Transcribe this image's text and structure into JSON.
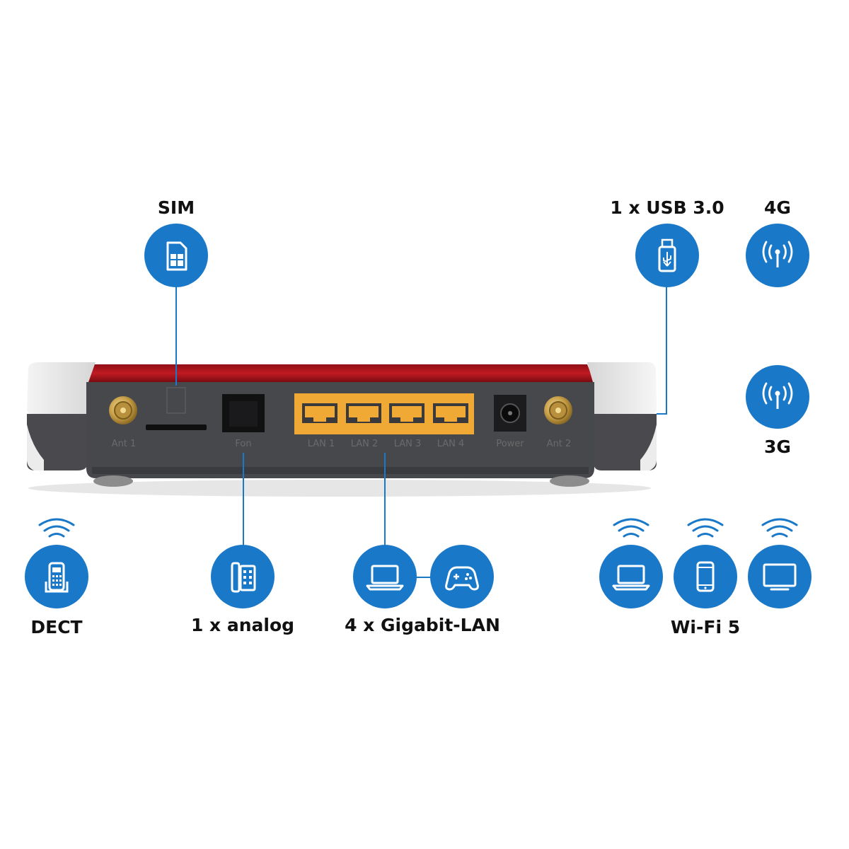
{
  "labels": {
    "sim": "SIM",
    "usb": "1 x USB 3.0",
    "g4": "4G",
    "g3": "3G",
    "dect": "DECT",
    "analog": "1 x analog",
    "lan": "4 x Gigabit-LAN",
    "wifi": "Wi-Fi 5"
  },
  "ports": {
    "ant1": "Ant 1",
    "fon": "Fon",
    "lan1": "LAN 1",
    "lan2": "LAN 2",
    "lan3": "LAN 3",
    "lan4": "LAN 4",
    "power": "Power",
    "ant2": "Ant 2"
  },
  "icons": {
    "sim": "sim-card-icon",
    "usb": "usb-stick-icon",
    "g4": "antenna-signal-icon",
    "g3": "antenna-signal-icon",
    "dect": "cordless-phone-icon",
    "analog": "desk-phone-icon",
    "lan_laptop": "laptop-icon",
    "lan_gamepad": "gamepad-icon",
    "wifi_laptop": "laptop-icon",
    "wifi_phone": "smartphone-icon",
    "wifi_tv": "monitor-icon"
  },
  "colors": {
    "accent": "#1a78c8",
    "router_red": "#a5141c",
    "router_panel": "#48494d",
    "lan_port": "#f0a935",
    "antenna_gold": "#c9a14a"
  }
}
